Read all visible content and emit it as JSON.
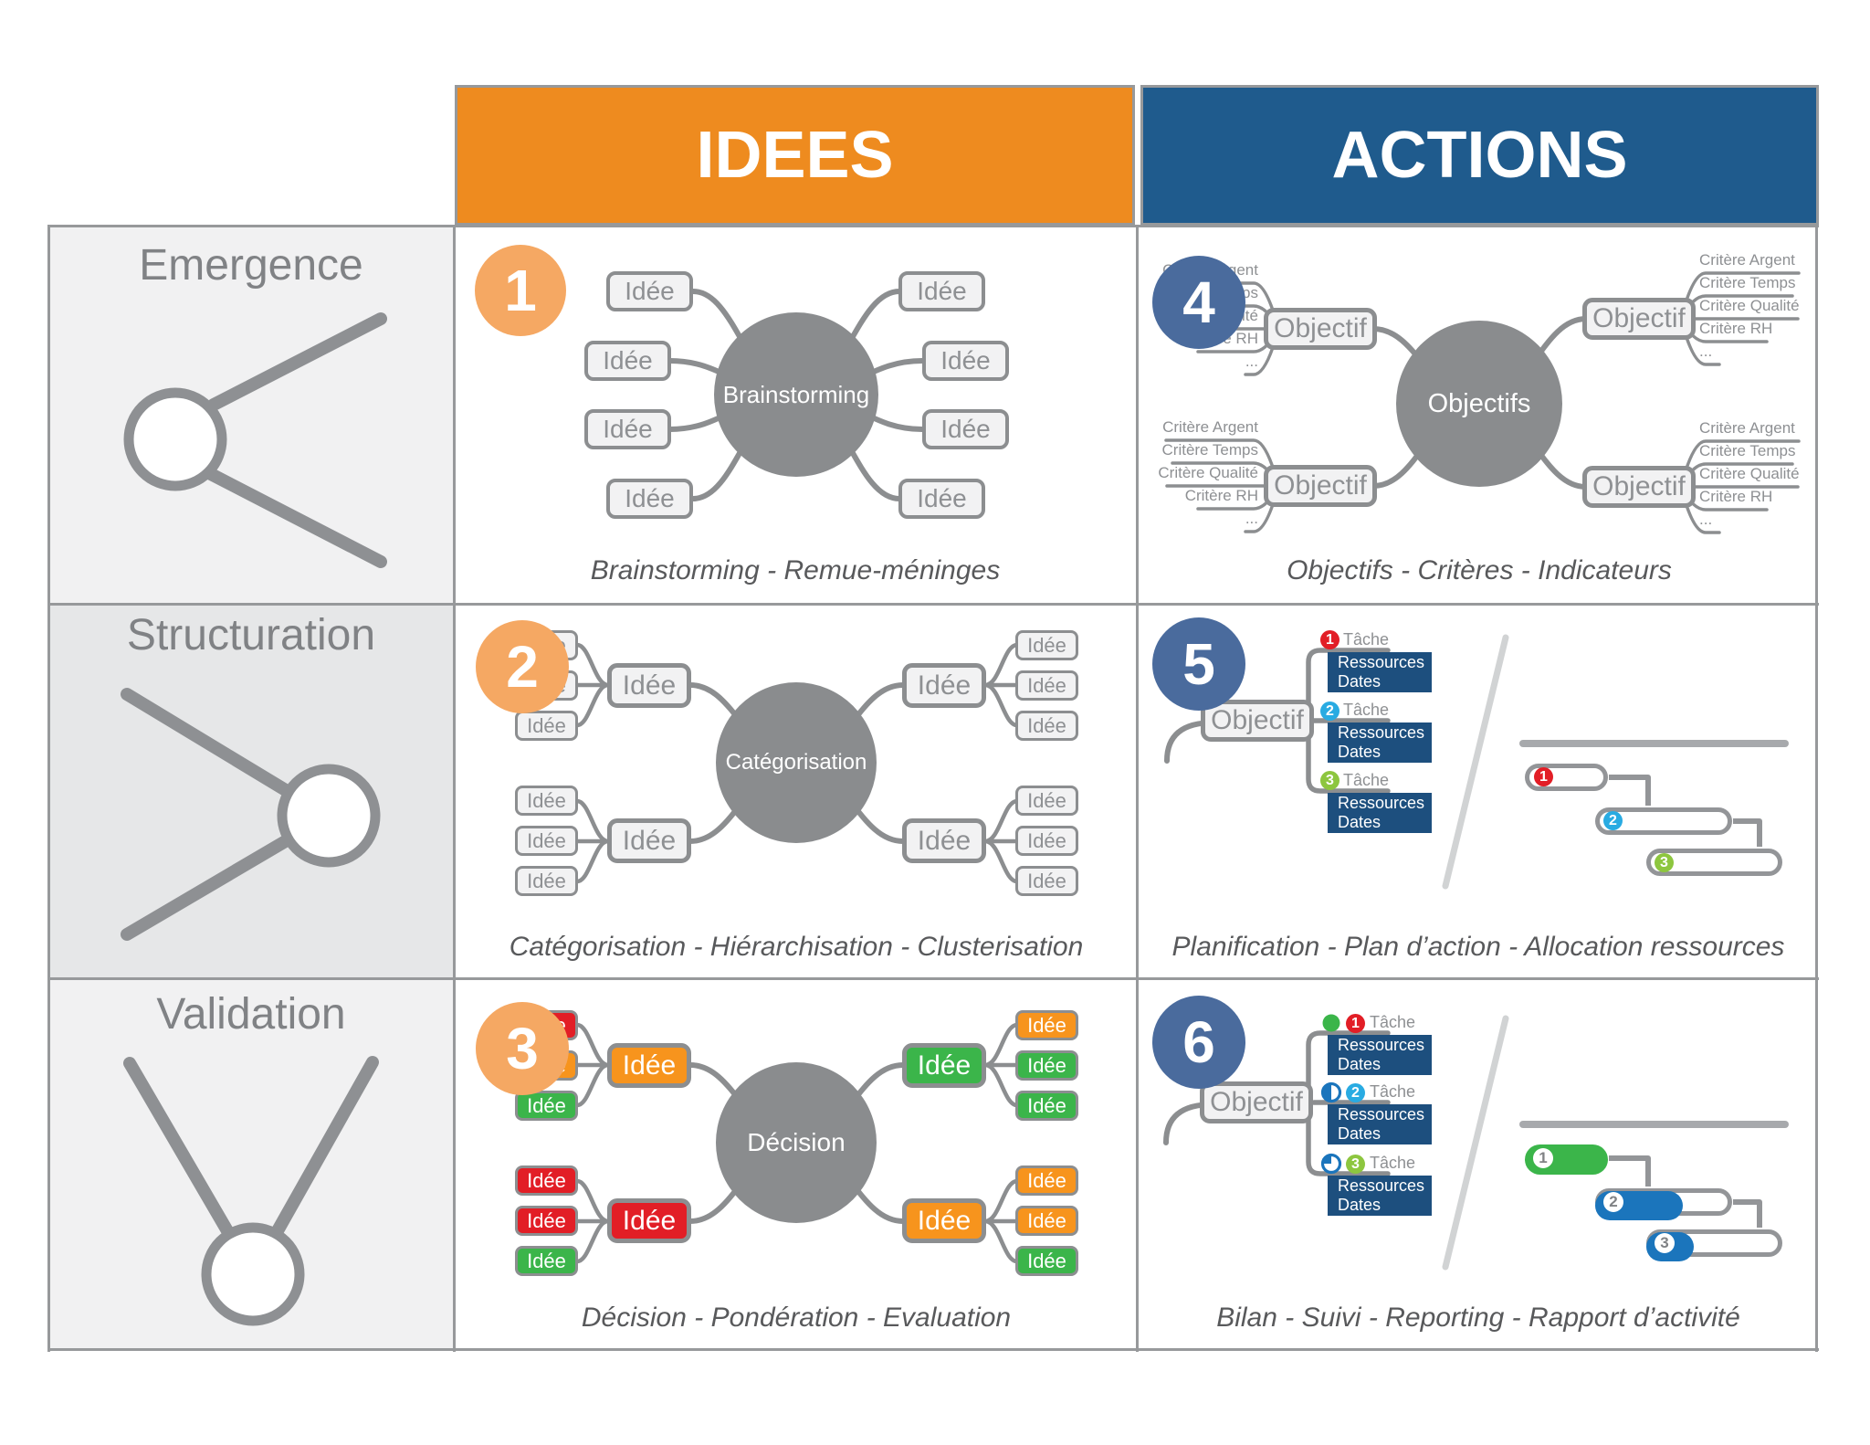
{
  "colors": {
    "header_orange": "#EE8B1F",
    "header_blue": "#1F5B8D",
    "badge_orange": "#F5A863",
    "badge_blue": "#4A6B9D",
    "red": "#E21E26",
    "orange": "#F7941D",
    "green": "#3BB54A",
    "cyan": "#29ABE2",
    "lime": "#8DC63F",
    "box_blue": "#1D4F7E",
    "bar_blue": "#1B75BC"
  },
  "header": {
    "idees": "IDEES",
    "actions": "ACTIONS"
  },
  "rows": [
    {
      "label": "Emergence"
    },
    {
      "label": "Structuration"
    },
    {
      "label": "Validation"
    }
  ],
  "cells": {
    "c1": {
      "badge": "1",
      "center": "Brainstorming",
      "node": "Idée",
      "caption": "Brainstorming - Remue-méninges"
    },
    "c2": {
      "badge": "2",
      "center": "Catégorisation",
      "node": "Idée",
      "caption": "Catégorisation - Hiérarchisation - Clusterisation"
    },
    "c3": {
      "badge": "3",
      "center": "Décision",
      "node": "Idée",
      "caption": "Décision - Pondération - Evaluation",
      "clusters": {
        "top_left": {
          "parent": "orange",
          "children": [
            "red",
            "orange",
            "green"
          ]
        },
        "bottom_left": {
          "parent": "red",
          "children": [
            "red",
            "red",
            "green"
          ]
        },
        "top_right": {
          "parent": "green",
          "children": [
            "orange",
            "green",
            "green"
          ]
        },
        "bottom_right": {
          "parent": "orange",
          "children": [
            "orange",
            "orange",
            "green"
          ]
        }
      }
    },
    "c4": {
      "badge": "4",
      "center": "Objectifs",
      "node": "Objectif",
      "criteria": [
        "Critère Argent",
        "Critère Temps",
        "Critère Qualité",
        "Critère RH",
        "..."
      ],
      "caption": "Objectifs - Critères - Indicateurs"
    },
    "c5": {
      "badge": "5",
      "node": "Objectif",
      "task": "Tâche",
      "task_numbers": [
        "1",
        "2",
        "3"
      ],
      "box_line1": "Ressources",
      "box_line2": "Dates",
      "caption": "Planification - Plan d’action - Allocation ressources"
    },
    "c6": {
      "badge": "6",
      "node": "Objectif",
      "task": "Tâche",
      "task_numbers": [
        "1",
        "2",
        "3"
      ],
      "box_line1": "Ressources",
      "box_line2": "Dates",
      "progress": [
        "done",
        "half",
        "quarter"
      ],
      "caption": "Bilan - Suivi - Reporting - Rapport d’activité"
    }
  }
}
